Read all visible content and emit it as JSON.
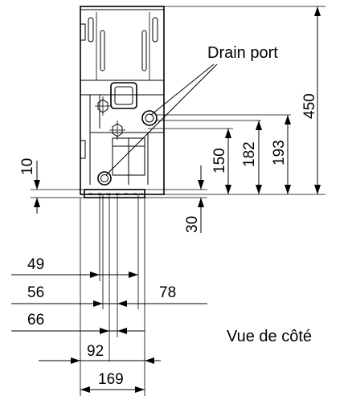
{
  "labels": {
    "drain_port": "Drain port",
    "view_caption": "Vue de côté"
  },
  "dimensions": {
    "height_total": "450",
    "port_upper": "193",
    "port_mid": "182",
    "port_lower": "150",
    "base_offset": "30",
    "foot_thickness": "10",
    "width_49": "49",
    "width_56": "56",
    "width_78": "78",
    "width_66": "66",
    "width_92": "92",
    "width_169": "169"
  }
}
